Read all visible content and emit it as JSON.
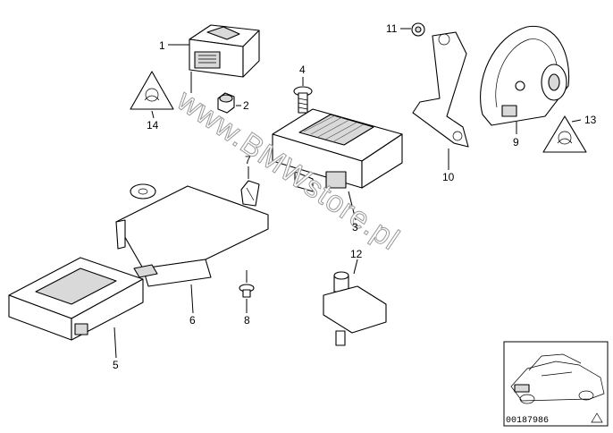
{
  "diagram": {
    "watermark": "www.BMWstore.pl",
    "reference_code": "00187986",
    "labels": [
      "1",
      "2",
      "3",
      "4",
      "5",
      "6",
      "7",
      "8",
      "9",
      "10",
      "11",
      "12",
      "13",
      "14"
    ]
  }
}
